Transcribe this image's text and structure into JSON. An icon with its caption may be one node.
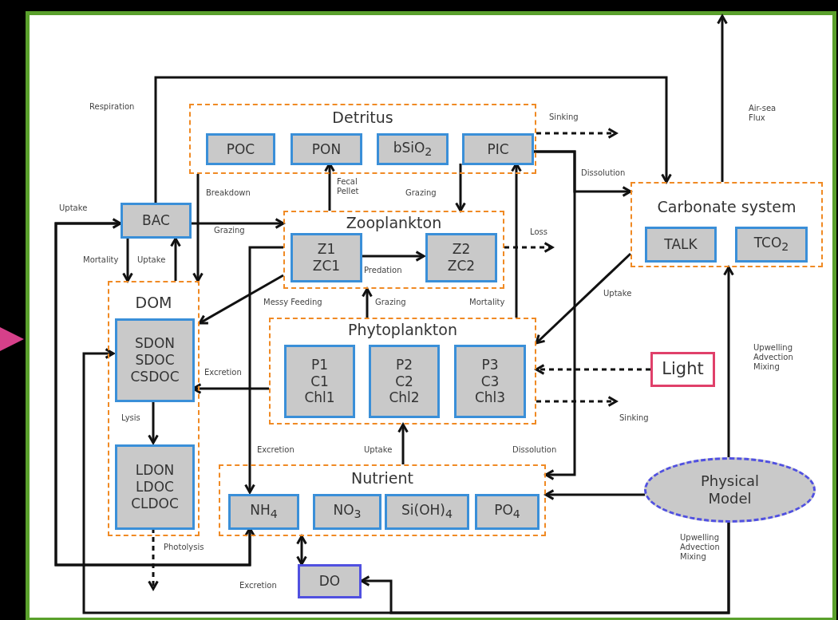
{
  "diagram": {
    "nodes": [
      {
        "text": [
          "Detritus"
        ]
      },
      {
        "text": [
          "POC"
        ],
        "in": 0
      },
      {
        "text": [
          "PON"
        ],
        "in": 0
      },
      {
        "text": [
          "bSiO$_{2}$"
        ],
        "in": 0
      },
      {
        "text": [
          "PIC"
        ],
        "in": 0
      },
      {
        "text": [
          "Zooplankton"
        ]
      },
      {
        "text": [
          "Z1 ZC1"
        ],
        "in": 5
      },
      {
        "text": [
          "Z2 ZC2"
        ],
        "in": 5
      },
      {
        "text": [
          "Carbonate system"
        ]
      },
      {
        "text": [
          "TALK"
        ],
        "in": 8
      },
      {
        "text": [
          "TCO$_{2}$"
        ],
        "in": 8
      },
      {
        "text": [
          "BAC"
        ]
      },
      {
        "text": [
          "DOM"
        ]
      },
      {
        "text": [
          "SDON SDOC CSDOC"
        ],
        "in": 12
      },
      {
        "text": [
          "LDON LDOC CLDOC"
        ],
        "in": 12
      },
      {
        "text": [
          "Phytoplankton"
        ]
      },
      {
        "text": [
          "P1 C1 Chl1"
        ],
        "in": 15
      },
      {
        "text": [
          "P2 C2 Chl2"
        ],
        "in": 15
      },
      {
        "text": [
          "P3 C3 Chl3"
        ],
        "in": 15
      },
      {
        "text": [
          "Light"
        ]
      },
      {
        "text": [
          "Nutrient"
        ]
      },
      {
        "text": [
          "NH$_{4}$"
        ],
        "in": 20
      },
      {
        "text": [
          "NO$_{3}$"
        ],
        "in": 20
      },
      {
        "text": [
          "Si(OH)$_{4}$"
        ],
        "in": 20
      },
      {
        "text": [
          "PO$_{4}$"
        ],
        "in": 20
      },
      {
        "text": [
          "Physical Model"
        ]
      },
      {
        "text": [
          "DO"
        ]
      }
    ],
    "edges": [
      {
        "from": 11,
        "to": 8,
        "arrow": "to",
        "label": "Respiration"
      },
      {
        "from": 8,
        "to": null,
        "arrow": "to",
        "label": "Air-sea Flux"
      },
      {
        "from": 0,
        "to": 12,
        "arrow": "to",
        "label": "Breakdown"
      },
      {
        "from": 11,
        "to": 5,
        "arrow": "to",
        "label": "Grazing"
      },
      {
        "from": 11,
        "to": 12,
        "arrow": "to",
        "label": "Mortality"
      },
      {
        "from": 12,
        "to": 11,
        "arrow": "to",
        "label": "Uptake"
      },
      {
        "from": 5,
        "to": 2,
        "arrow": "to",
        "label": "Fecal Pellet"
      },
      {
        "from": 4,
        "to": 5,
        "arrow": "to",
        "label": "Grazing"
      },
      {
        "from": 6,
        "to": 7,
        "arrow": "to",
        "label": "Predation"
      },
      {
        "from": 5,
        "to": null,
        "arrow": "to",
        "label": "Loss",
        "style": "dashed"
      },
      {
        "from": 0,
        "to": null,
        "arrow": "to",
        "label": "Sinking",
        "style": "dashed"
      },
      {
        "from": 5,
        "to": 12,
        "arrow": "to",
        "label": "Messy Feeding"
      },
      {
        "from": 15,
        "to": 5,
        "arrow": "to",
        "label": "Grazing"
      },
      {
        "from": 15,
        "to": 4,
        "arrow": "to",
        "label": "Mortality"
      },
      {
        "from": 4,
        "to": 8,
        "arrow": "to",
        "label": "Dissolution"
      },
      {
        "from": 4,
        "to": 20,
        "arrow": "to",
        "label": "Dissolution"
      },
      {
        "from": 8,
        "to": 15,
        "arrow": "to",
        "label": "Uptake"
      },
      {
        "from": 19,
        "to": 15,
        "arrow": "to",
        "style": "dashed"
      },
      {
        "from": 15,
        "to": null,
        "arrow": "to",
        "label": "Sinking",
        "style": "dashed"
      },
      {
        "from": 15,
        "to": 13,
        "arrow": "to",
        "label": "Excretion"
      },
      {
        "from": 5,
        "to": 21,
        "arrow": "to",
        "label": "Excretion"
      },
      {
        "from": 20,
        "to": 15,
        "arrow": "to",
        "label": "Uptake"
      },
      {
        "from": 25,
        "to": 20,
        "arrow": "to"
      },
      {
        "from": 25,
        "to": 8,
        "arrow": "to",
        "label": "Upwelling Advection Mixing"
      },
      {
        "from": 25,
        "to": 26,
        "arrow": "to",
        "label": "Upwelling Advection Mixing"
      },
      {
        "from": 25,
        "to": 13,
        "arrow": "to"
      },
      {
        "from": 21,
        "to": 11,
        "arrow": "to",
        "label": "Uptake"
      },
      {
        "from": 11,
        "to": 21,
        "arrow": "to",
        "label": "Excretion"
      },
      {
        "from": 20,
        "to": 26,
        "arrow": "both"
      },
      {
        "from": 13,
        "to": 14,
        "arrow": "to",
        "label": "Lysis"
      },
      {
        "from": 14,
        "to": null,
        "arrow": "to",
        "label": "Photolysis",
        "style": "dashed"
      }
    ]
  }
}
